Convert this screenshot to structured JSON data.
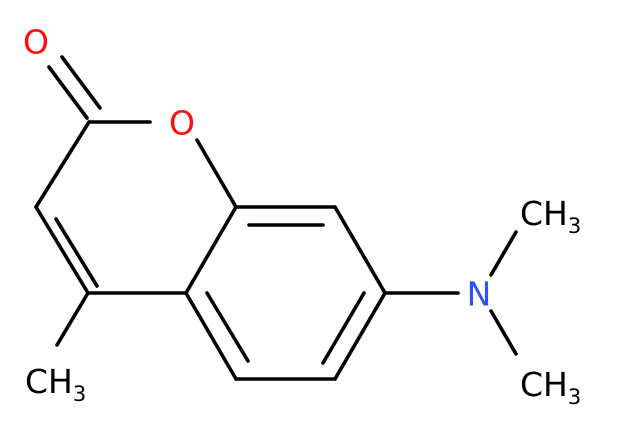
{
  "colors": {
    "carbon": "#000000",
    "oxygen": "#ff0d0d",
    "nitrogen": "#3050f8",
    "background": "#ffffff"
  },
  "atoms": {
    "carbonyl_oxygen": "O",
    "ring_oxygen": "O",
    "nitrogen": "N",
    "methyl_top": {
      "main": "CH",
      "sub": "3"
    },
    "methyl_bottom": {
      "main": "CH",
      "sub": "3"
    },
    "methyl_left": {
      "main": "CH",
      "sub": "3"
    }
  }
}
